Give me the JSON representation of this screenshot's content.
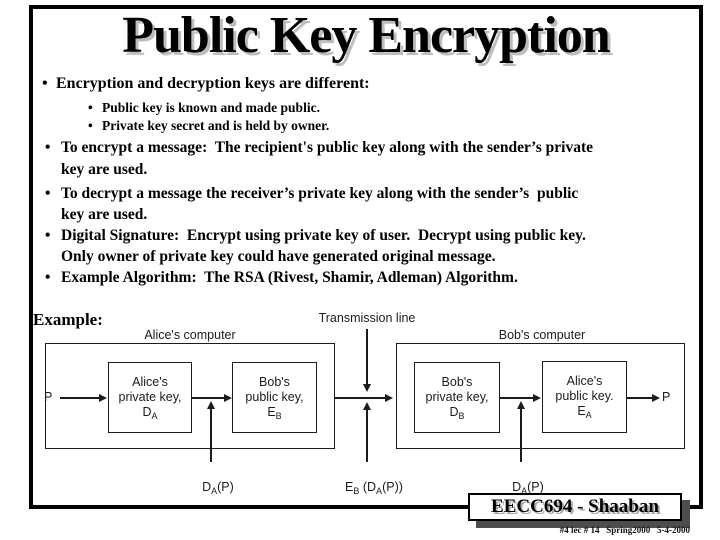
{
  "slide": {
    "title": "Public Key Encryption",
    "bullet1": {
      "marker": "•",
      "text": "Encryption and decryption keys are different:"
    },
    "sub_bullets": [
      {
        "marker": "•",
        "text": "Public key is known and made public."
      },
      {
        "marker": "•",
        "text": "Private key secret and is held by owner."
      }
    ],
    "main_bullets": [
      {
        "marker": "•",
        "lines": [
          "To encrypt a message:  The recipient's public key along with the sender’s private",
          "key are used."
        ]
      },
      {
        "marker": "•",
        "lines": [
          "To decrypt a message the receiver’s private key along with the sender’s  public",
          "key are used."
        ]
      },
      {
        "marker": "•",
        "lines": [
          "Digital Signature:  Encrypt using private key of user.  Decrypt using public key.",
          "Only owner of private key could have generated original message."
        ]
      },
      {
        "marker": "•",
        "lines": [
          "Example Algorithm:  The RSA (Rivest, Shamir, Adleman) Algorithm."
        ]
      }
    ],
    "example_label": "Example:"
  },
  "diagram": {
    "alice_computer_label": "Alice's computer",
    "transmission_label": "Transmission line",
    "bob_computer_label": "Bob's computer",
    "p_in": "P",
    "p_out": "P",
    "boxes": [
      {
        "line1": "Alice's",
        "line2": "private key,",
        "sym": "D",
        "sub": "A"
      },
      {
        "line1": "Bob's",
        "line2": "public key,",
        "sym": "E",
        "sub": "B"
      },
      {
        "line1": "Bob's",
        "line2": "private key,",
        "sym": "D",
        "sub": "B"
      },
      {
        "line1": "Alice's",
        "line2": "public key.",
        "sym": "E",
        "sub": "A"
      }
    ],
    "signal_labels": [
      {
        "p0": "D",
        "s0": "A",
        "p1": "(P)"
      },
      {
        "p0": "E",
        "s0": "B",
        "p1": " (D",
        "s1": "A",
        "p2": "(P))"
      },
      {
        "p0": "D",
        "s0": "A",
        "p1": "(P)"
      }
    ]
  },
  "footer": {
    "course_badge": "EECC694 - Shaaban",
    "page_info": "#4 lec # 14   Spring2000   5-4-2000"
  },
  "colors": {
    "background": "#ffffff",
    "text": "#000000",
    "title_shadow": "#bdbdbd",
    "diagram_line": "#1c1c1c",
    "footer_shadow": "#4d4d4d"
  }
}
